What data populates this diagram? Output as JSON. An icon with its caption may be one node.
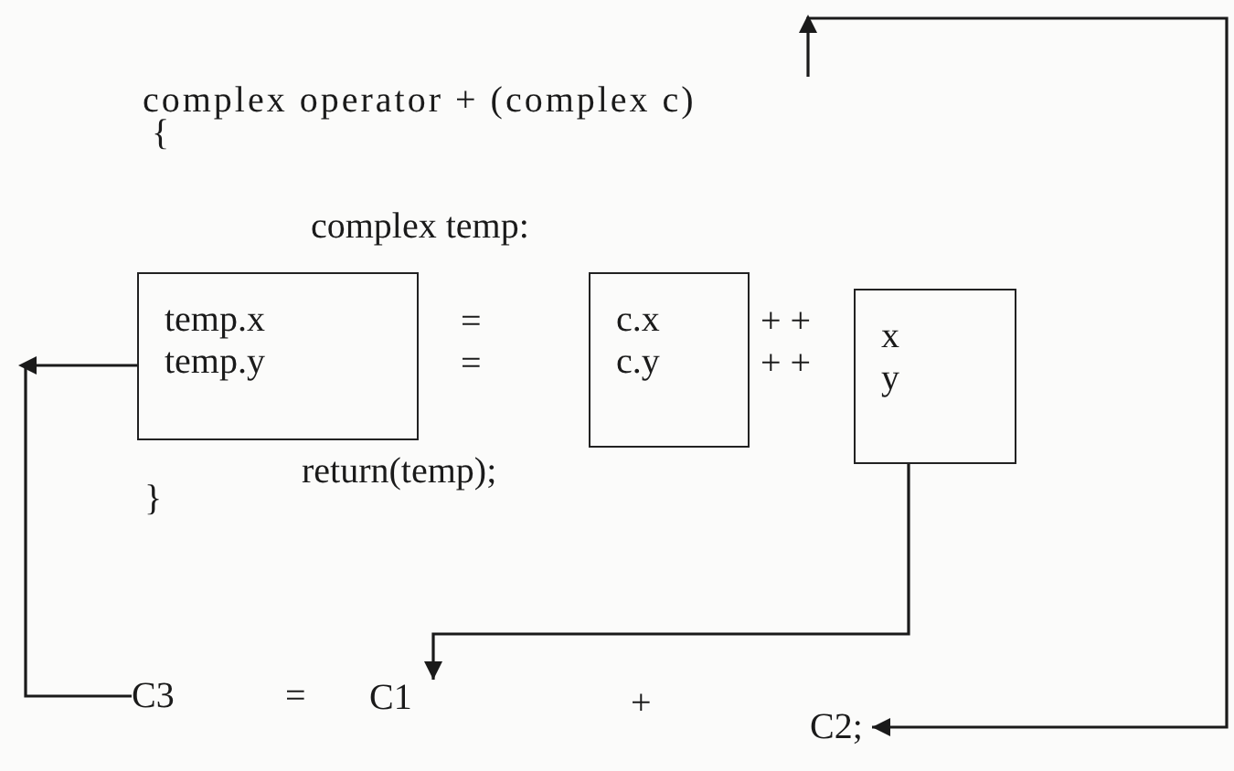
{
  "diagram": {
    "nodes": [
      {
        "text": [
          "complex operator + (complex c)"
        ]
      },
      {
        "text": [
          "temp.x",
          "temp.y"
        ]
      },
      {
        "text": [
          "c.x",
          "c.y"
        ]
      },
      {
        "text": [
          "x",
          "y"
        ]
      },
      {
        "text": [
          "C3"
        ]
      },
      {
        "text": [
          "C1"
        ]
      },
      {
        "text": [
          "C2;"
        ]
      }
    ],
    "edges": [
      {
        "from": 1,
        "to": 4,
        "arrow": "to"
      },
      {
        "from": 3,
        "to": 5,
        "arrow": "to"
      },
      {
        "from": 0,
        "to": 6,
        "arrow": "to"
      }
    ],
    "labels": [
      "{",
      "complex temp:",
      "=",
      "=",
      "+ +",
      "+ +",
      "return(temp);",
      "}",
      "=",
      "+"
    ]
  }
}
